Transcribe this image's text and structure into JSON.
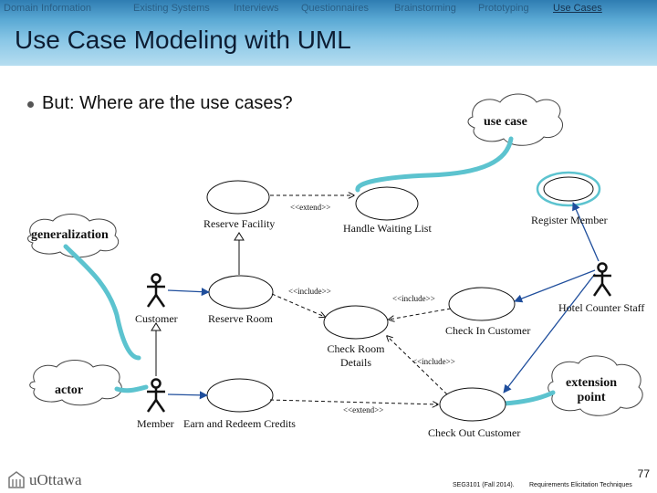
{
  "nav": {
    "items": [
      {
        "label": "Domain Information"
      },
      {
        "label": "Existing Systems"
      },
      {
        "label": "Interviews"
      },
      {
        "label": "Questionnaires"
      },
      {
        "label": "Brainstorming"
      },
      {
        "label": "Prototyping"
      },
      {
        "label": "Use Cases"
      }
    ]
  },
  "slide": {
    "title": "Use Case Modeling with UML",
    "bullet": "But: Where are the use cases?"
  },
  "callouts": {
    "use_case": "use case",
    "generalization": "generalization",
    "actor": "actor",
    "extension_point_1": "extension",
    "extension_point_2": "point"
  },
  "diagram": {
    "use_cases": {
      "reserve_facility": "Reserve Facility",
      "handle_waiting_list": "Handle Waiting List",
      "register_member": "Register Member",
      "reserve_room": "Reserve Room",
      "check_room_details_1": "Check Room",
      "check_room_details_2": "Details",
      "check_in_customer": "Check In Customer",
      "earn_and_redeem_credits": "Earn and Redeem Credits",
      "check_out_customer": "Check Out Customer"
    },
    "actors": {
      "customer": "Customer",
      "member": "Member",
      "hotel_counter_staff": "Hotel Counter Staff"
    },
    "stereotypes": {
      "extend_top": "<<extend>>",
      "include_left": "<<include>>",
      "include_right": "<<include>>",
      "include_bottom": "<<include>>",
      "extend_bottom": "<<extend>>"
    }
  },
  "footer": {
    "logo": "uOttawa",
    "page_number": "77",
    "course": "SEG3101 (Fall 2014).",
    "topic": "Requirements Elicitation Techniques"
  },
  "colors": {
    "header_top": "#2f7db2",
    "connector": "#5cc3cf",
    "arrow": "#1f4e9c"
  }
}
